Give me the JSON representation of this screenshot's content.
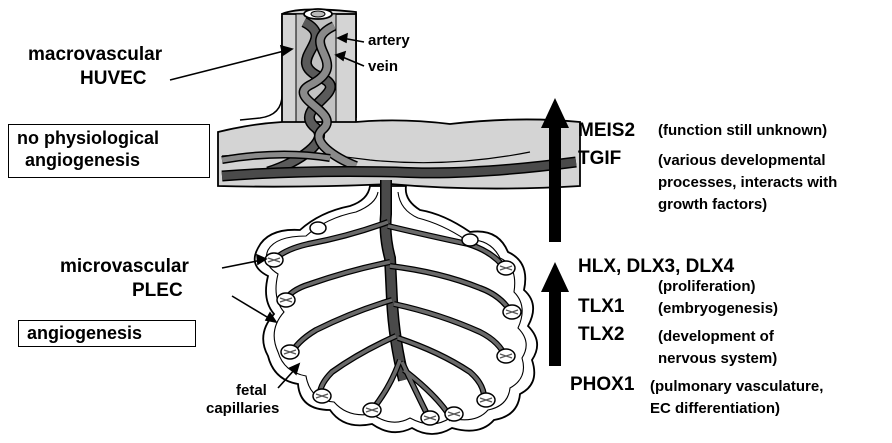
{
  "labels": {
    "macrovascular": "macrovascular",
    "huvec": "HUVEC",
    "artery": "artery",
    "vein": "vein",
    "no_physio_line1": "no physiological",
    "no_physio_line2": "angiogenesis",
    "microvascular": "microvascular",
    "plec": "PLEC",
    "angiogenesis": "angiogenesis",
    "fetal": "fetal",
    "capillaries": "capillaries"
  },
  "upper_genes": [
    {
      "gene": "MEIS2",
      "desc": [
        "(function still unknown)"
      ]
    },
    {
      "gene": "TGIF",
      "desc": [
        "(various developmental",
        "processes, interacts with",
        "growth factors)"
      ]
    }
  ],
  "lower_genes": [
    {
      "gene": "HLX, DLX3, DLX4",
      "desc": [
        "(proliferation)"
      ]
    },
    {
      "gene": "TLX1",
      "desc": [
        "(embryogenesis)"
      ]
    },
    {
      "gene": "TLX2",
      "desc": [
        "(development of",
        "nervous system)"
      ]
    },
    {
      "gene": "PHOX1",
      "desc": [
        "(pulmonary vasculature,",
        "EC differentiation)"
      ]
    }
  ],
  "colors": {
    "tissue": "#d4d4d4",
    "vessel_dark": "#4a4a4a",
    "vessel_mid": "#7a7a7a",
    "villus_fill": "#ffffff",
    "outline": "#000000"
  }
}
